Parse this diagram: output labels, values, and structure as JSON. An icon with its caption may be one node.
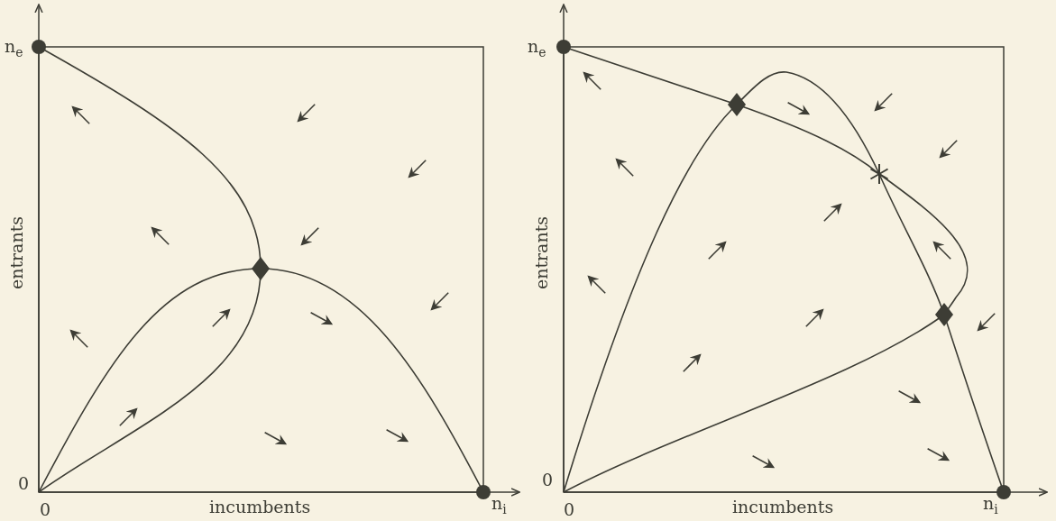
{
  "diagram": {
    "labels": [
      "n$_{e}$",
      "entrants",
      "0",
      "0",
      "incumbents",
      "n$_{i}$",
      "n$_{e}$",
      "entrants",
      "0",
      "0",
      "incumbents",
      "n$_{i}$"
    ]
  }
}
